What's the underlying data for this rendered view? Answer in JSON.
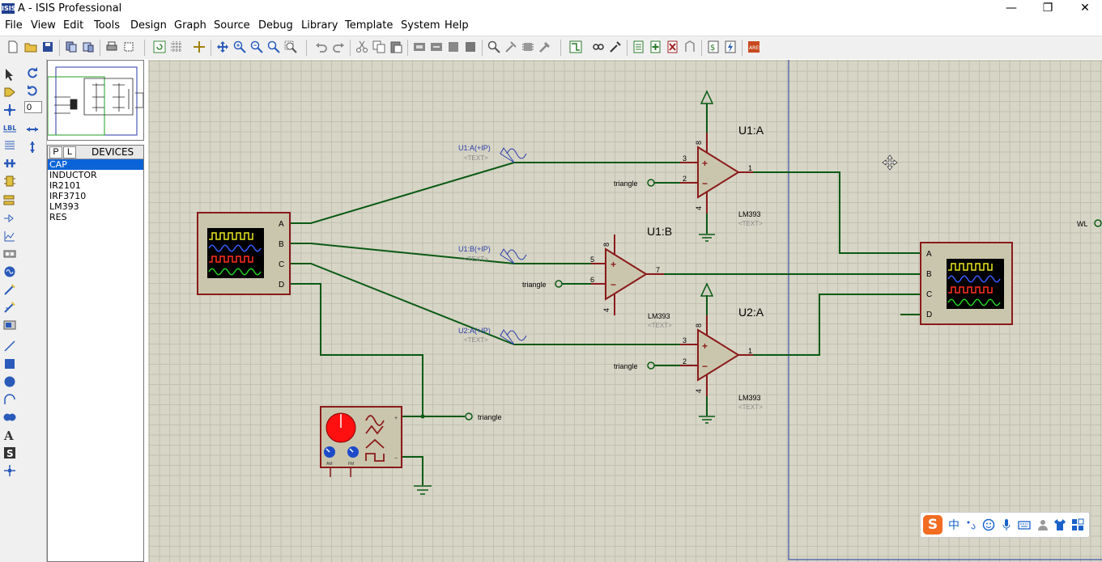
{
  "window": {
    "title": "A - ISIS Professional",
    "icon_text": "ISIS",
    "min": "—",
    "max": "❐",
    "close": "✕"
  },
  "menu": [
    "File",
    "View",
    "Edit",
    "Tools",
    "Design",
    "Graph",
    "Source",
    "Debug",
    "Library",
    "Template",
    "System",
    "Help"
  ],
  "rotation_value": "0",
  "devices": {
    "tab_p": "P",
    "tab_l": "L",
    "title": "DEVICES",
    "items": [
      "CAP",
      "INDUCTOR",
      "IR2101",
      "IRF3710",
      "LM393",
      "RES"
    ],
    "selected": "CAP"
  },
  "schematic": {
    "u1a": {
      "name": "U1:A",
      "part": "LM393",
      "text": "<TEXT>",
      "pin_plus": "3",
      "pin_minus": "2",
      "pin_out": "1",
      "pin_vcc": "8",
      "pin_gnd": "4"
    },
    "u1b": {
      "name": "U1:B",
      "part": "LM393",
      "text": "<TEXT>",
      "pin_plus": "5",
      "pin_minus": "6",
      "pin_out": "7",
      "pin_vcc": "8",
      "pin_gnd": "4"
    },
    "u2a": {
      "name": "U2:A",
      "part": "LM393",
      "text": "<TEXT>",
      "pin_plus": "3",
      "pin_minus": "2",
      "pin_out": "1",
      "pin_vcc": "8",
      "pin_gnd": "4"
    },
    "probes": [
      {
        "label": "U1:A(+IP)",
        "text": "<TEXT>"
      },
      {
        "label": "U1:B(+IP)",
        "text": "<TEXT>"
      },
      {
        "label": "U2:A(+IP)",
        "text": "<TEXT>"
      }
    ],
    "terminal_triangle": "triangle",
    "terminal_wl": "WL",
    "scope_channels": [
      "A",
      "B",
      "C",
      "D"
    ],
    "siggen_labels": {
      "am": "AM",
      "fm": "FM",
      "plus": "+",
      "minus": "−"
    }
  },
  "ime": {
    "logo": "S",
    "lang": "中"
  },
  "colors": {
    "wire": "#0a5a14",
    "part": "#8a1a1a",
    "part_fill": "#cac6ad",
    "canvas": "#d7d5c6",
    "margin_line": "#1e3c9e",
    "label_blue": "#2b3eaa",
    "selected": "#0a64d8"
  }
}
